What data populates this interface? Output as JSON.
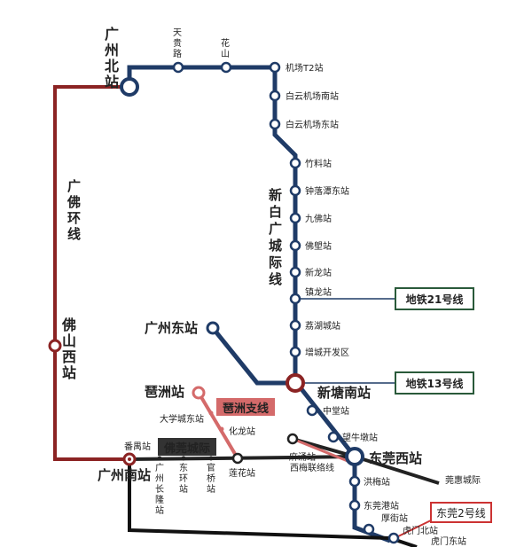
{
  "lines": {
    "guangfo_ring": {
      "name": "广佛环线",
      "color": "#8b2323"
    },
    "xinbai": {
      "name": "新白广城际线",
      "color": "#1f3b67"
    },
    "guangzhou_east_branch": {
      "name": "",
      "color": "#1f3b67"
    },
    "pizhou_branch": {
      "name": "琶洲支线",
      "color": "#d46a6a"
    },
    "fodong": {
      "name": "佛莞城际",
      "color": "#222222"
    },
    "xihuan": {
      "name": "西梅联络线",
      "color": "#d46a6a"
    },
    "dongguan2": {
      "name": "东莞2号线",
      "color": "#cc3333"
    },
    "guangzhou_south_link": {
      "name": "",
      "color": "#111111"
    }
  },
  "stations": {
    "guangzhou_north": "广州北站",
    "tiangui_road": "天贵路",
    "huashan": "花山",
    "airport_t2": "机场T2站",
    "baiyun_airport_south": "白云机场南站",
    "baiyun_airport_east": "白云机场东站",
    "zhuliao": "竹料站",
    "zhongluotan_east": "钟落潭东站",
    "jiufo": "九佛站",
    "fokeng": "佛塱站",
    "xinlong": "新龙站",
    "zhenlong": "镇龙站",
    "lihu_city": "荔湖城站",
    "zengcheng_dev": "增城开发区",
    "xintang_south": "新塘南站",
    "zhongtang": "中堂站",
    "wangniudun": "望牛墩站",
    "dongguan_west": "东莞西站",
    "hongmei": "洪梅站",
    "dongguan_port": "东莞港站",
    "houjie": "厚街站",
    "humen_north": "虎门北站",
    "humen_east": "虎门东站",
    "guangzhou_east": "广州东站",
    "pizhou": "琶洲站",
    "daxuecheng_east": "大学城东站",
    "hualong": "化龙站",
    "lianhua": "莲花站",
    "machong": "麻涌站",
    "foshan_west": "佛山西站",
    "guangzhou_south": "广州南站",
    "panyu": "番禺站",
    "guangzhou_changlong": "广州长隆站",
    "donghuan": "东环站",
    "guanqiao": "官桥站",
    "guanhui": "莞惠城际"
  },
  "boxes": {
    "metro21": "地铁21号线",
    "metro13": "地铁13号线",
    "dongguan2": "东莞2号线"
  },
  "colors": {
    "station_fill": "#ffffff",
    "station_stroke": "#1f3b67",
    "box_border": "#2a5a3a",
    "red_box": "#cc3333"
  }
}
